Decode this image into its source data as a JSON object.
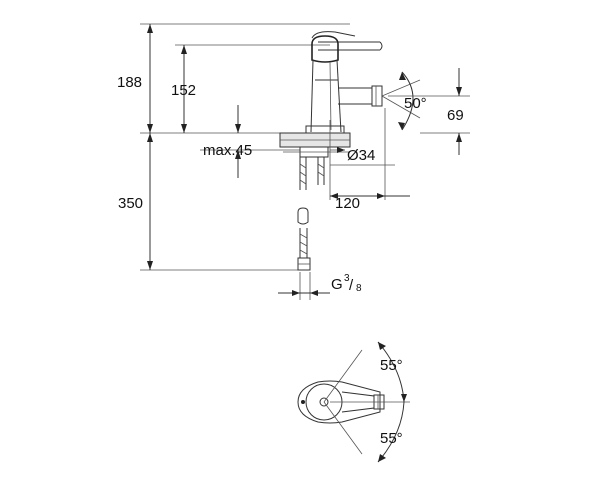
{
  "dimensions": {
    "total_height": "188",
    "spout_height": "152",
    "max_deck": "max.45",
    "hole_diameter": "Ø34",
    "below_deck": "350",
    "spout_reach": "120",
    "swivel_angle": "50°",
    "outlet_height": "69",
    "connection_main": "G",
    "connection_num": "3",
    "connection_den": "8",
    "lever_angle_top": "55°",
    "lever_angle_bottom": "55°"
  },
  "colors": {
    "line": "#333333",
    "background": "#ffffff"
  }
}
